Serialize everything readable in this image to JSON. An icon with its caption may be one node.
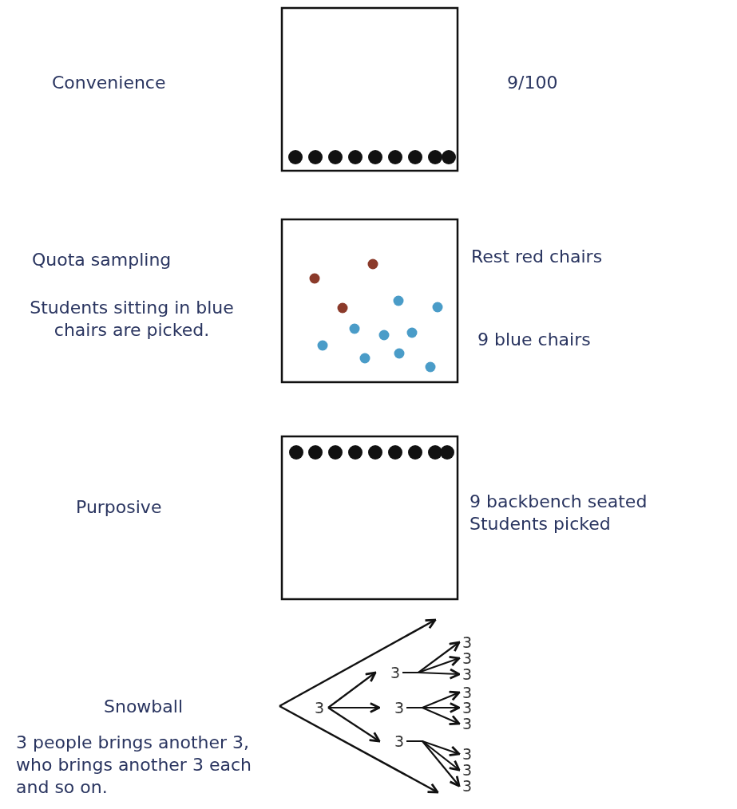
{
  "diagram": {
    "nodes": [
      {
        "text": [
          "3"
        ]
      },
      {
        "text": [
          "3"
        ]
      },
      {
        "text": [
          "3"
        ]
      },
      {
        "text": [
          "3"
        ]
      },
      {
        "text": [
          "3"
        ]
      },
      {
        "text": [
          "3"
        ]
      },
      {
        "text": [
          "3"
        ]
      },
      {
        "text": [
          "3"
        ]
      },
      {
        "text": [
          "3"
        ]
      },
      {
        "text": [
          "3"
        ]
      },
      {
        "text": [
          "3"
        ]
      },
      {
        "text": [
          "3"
        ]
      },
      {
        "text": [
          "3"
        ]
      }
    ],
    "edges": [
      {
        "from": 0,
        "to": 1,
        "arrow": "to"
      },
      {
        "from": 0,
        "to": 2,
        "arrow": "to"
      },
      {
        "from": 0,
        "to": 3,
        "arrow": "to"
      },
      {
        "from": 1,
        "to": 4,
        "arrow": "to"
      },
      {
        "from": 1,
        "to": 5,
        "arrow": "to"
      },
      {
        "from": 1,
        "to": 6,
        "arrow": "to"
      },
      {
        "from": 2,
        "to": 7,
        "arrow": "to"
      },
      {
        "from": 2,
        "to": 8,
        "arrow": "to"
      },
      {
        "from": 2,
        "to": 9,
        "arrow": "to"
      },
      {
        "from": 3,
        "to": 10,
        "arrow": "to"
      },
      {
        "from": 3,
        "to": 11,
        "arrow": "to"
      },
      {
        "from": 3,
        "to": 12,
        "arrow": "to"
      }
    ],
    "labels": [
      "Convenience",
      "9/100",
      "Quota sampling",
      "Rest red chairs",
      "Students sitting in blue chairs are picked.",
      "9 blue chairs",
      "Purposive",
      "9 backbench seated Students picked",
      "Snowball",
      "3 people brings another 3, who brings another 3 each and so on."
    ]
  }
}
